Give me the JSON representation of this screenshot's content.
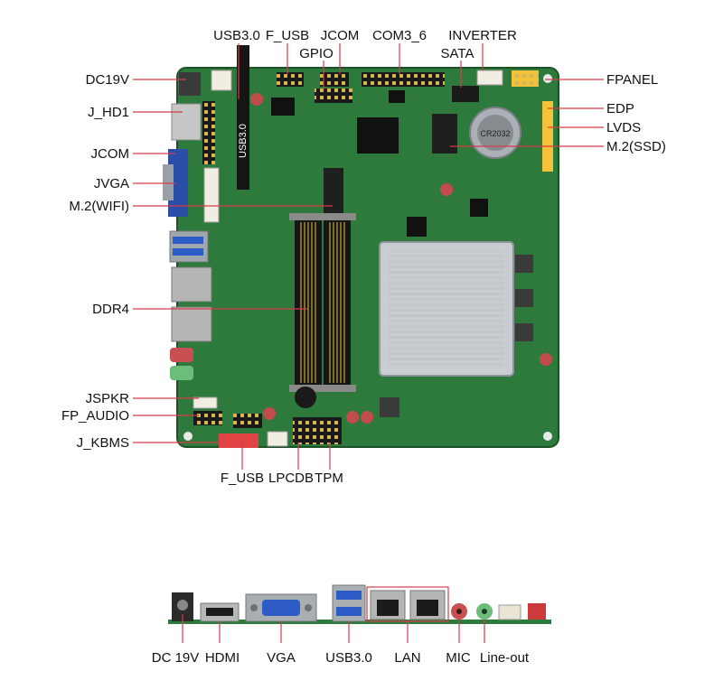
{
  "board": {
    "top_labels": {
      "usb30": "USB3.0",
      "f_usb": "F_USB",
      "jcom": "JCOM",
      "gpio": "GPIO",
      "com3_6": "COM3_6",
      "inverter": "INVERTER",
      "sata": "SATA"
    },
    "left_labels": {
      "dc19v": "DC19V",
      "j_hd1": "J_HD1",
      "jcom": "JCOM",
      "jvga": "JVGA",
      "m2_wifi": "M.2(WIFI)",
      "ddr4": "DDR4",
      "jspkr": "JSPKR",
      "fp_audio": "FP_AUDIO",
      "j_kbms": "J_KBMS"
    },
    "right_labels": {
      "fpanel": "FPANEL",
      "edp": "EDP",
      "lvds": "LVDS",
      "m2_ssd": "M.2(SSD)"
    },
    "bottom_labels": {
      "f_usb": "F_USB",
      "lpcdb": "LPCDB",
      "tpm": "TPM"
    },
    "silkscreen": {
      "usb_header": "USB3.0",
      "battery": "CR2032"
    }
  },
  "io_panel": {
    "labels": {
      "dc19v": "DC 19V",
      "hdmi": "HDMI",
      "vga": "VGA",
      "usb30": "USB3.0",
      "lan": "LAN",
      "mic": "MIC",
      "lineout": "Line-out"
    }
  },
  "colors": {
    "pcb": "#2e7a3c",
    "pcb_dark": "#225e2d",
    "label_line": "#d43c4a",
    "text": "#111111",
    "heatsink": "#c9cdd1"
  }
}
